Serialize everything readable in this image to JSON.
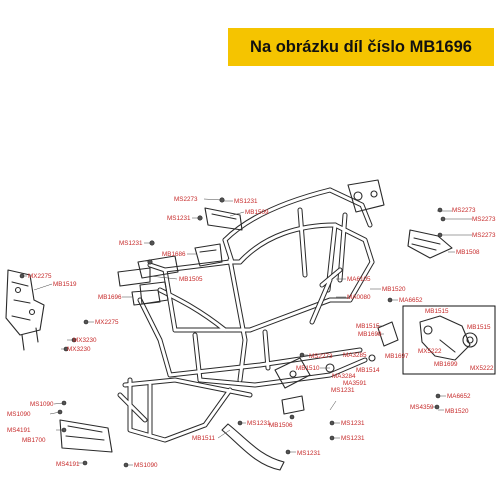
{
  "banner": {
    "text": "Na obrázku díl číslo MB1696"
  },
  "colors": {
    "banner_bg": "#f5c400",
    "label_text": "#c62828",
    "line_art": "#2a2a2a"
  },
  "labels": [
    "MS2273",
    "MS1231",
    "MS1231",
    "MB1509",
    "MS1231",
    "MB1686",
    "MB1505",
    "MX2275",
    "MB1519",
    "MB1696",
    "MX2275",
    "MX3230",
    "MX3230",
    "MS2273",
    "MS2273",
    "MS2273",
    "MB1508",
    "MA6105",
    "MB1520",
    "MA0080",
    "MA6652",
    "MB1515",
    "MB1515",
    "MB1698",
    "MB1697",
    "MX5222",
    "MX5222",
    "MB1699",
    "MS2273",
    "MB1510",
    "MA3285",
    "MB1514",
    "MA3284",
    "MA3591",
    "MS1231",
    "MS1090",
    "MS1090",
    "MS4191",
    "MB1700",
    "MS4191",
    "MS1090",
    "MS1231",
    "MB1506",
    "MB1511",
    "MS1231",
    "MS1231",
    "MS1231",
    "MA6652",
    "MS4359",
    "MB1520",
    "MB1515"
  ]
}
